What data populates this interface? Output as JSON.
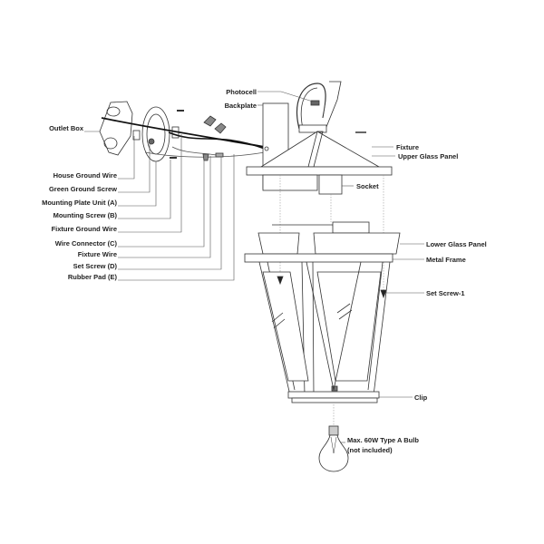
{
  "left_labels": [
    "Outlet Box",
    "House Ground Wire",
    "Green Ground Screw",
    "Mounting Plate Unit (A)",
    "Mounting Screw (B)",
    "Fixture Ground Wire",
    "Wire Connector (C)",
    "Fixture Wire",
    "Set Screw (D)",
    "Rubber Pad (E)"
  ],
  "top_labels": {
    "photocell": "Photocell",
    "backplate": "Backplate"
  },
  "right_labels": {
    "fixture": "Fixture",
    "upper_glass_panel": "Upper Glass Panel",
    "socket": "Socket",
    "lower_glass_panel": "Lower Glass Panel",
    "metal_frame": "Metal Frame",
    "set_screw_1": "Set Screw-1",
    "clip": "Clip",
    "bulb_line1": "Max. 60W Type A Bulb",
    "bulb_line2": "(not included)"
  }
}
